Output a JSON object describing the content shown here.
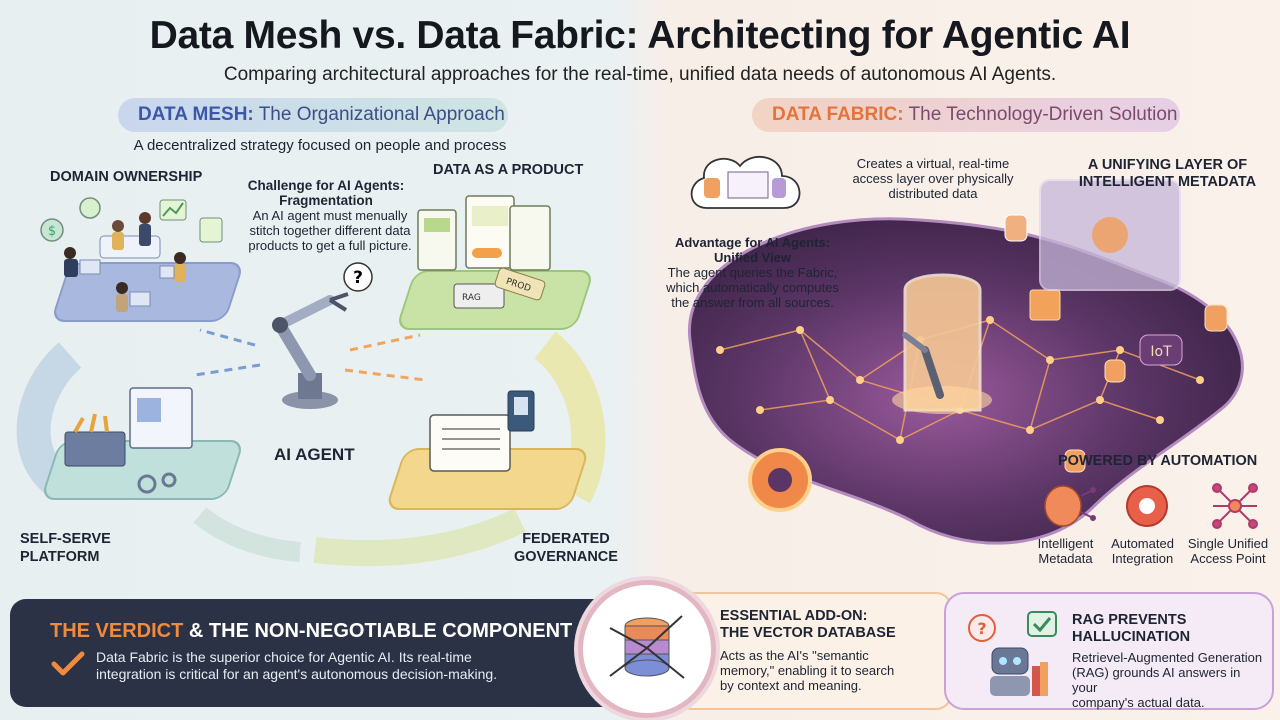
{
  "title": "Data Mesh vs. Data Fabric: Architecting for Agentic AI",
  "subtitle": "Comparing architectural approaches for the real-time, unified data needs of autonomous AI Agents.",
  "mesh": {
    "pill_bold": "DATA MESH:",
    "pill_rest": "The Organizational Approach",
    "description": "A decentralized strategy focused on people and process",
    "domain_ownership": "DOMAIN OWNERSHIP",
    "data_product": "DATA AS A PRODUCT",
    "challenge_title1": "Challenge for AI Agents:",
    "challenge_title2": "Fragmentation",
    "challenge_l1": "An AI agent must menually",
    "challenge_l2": "stitch together different data",
    "challenge_l3": "products to get a full picture.",
    "ai_agent": "AI AGENT",
    "self_serve1": "SELF-SERVE",
    "self_serve2": "PLATFORM",
    "federated1": "FEDERATED",
    "federated2": "GOVERNANCE",
    "question_mark": "?",
    "tag_rag": "RAG",
    "tag_prod": "PROD"
  },
  "fabric": {
    "pill_bold": "DATA FABRIC:",
    "pill_rest": "The Technology-Driven Solution",
    "creates_l1": "Creates a virtual, real-time",
    "creates_l2": "access layer over physically",
    "creates_l3": "distributed data",
    "unifying1": "A UNIFYING LAYER OF",
    "unifying2": "INTELLIGENT METADATA",
    "advantage_title1": "Advantage for AI Agents:",
    "advantage_title2": "Unified View",
    "advantage_l1": "The agent queries the Fabric,",
    "advantage_l2": "which automatically computes",
    "advantage_l3": "the answer from all sources.",
    "iot": "IoT",
    "powered": "POWERED BY AUTOMATION",
    "auto_items": [
      {
        "l1": "Intelligent",
        "l2": "Metadata"
      },
      {
        "l1": "Automated",
        "l2": "Integration"
      },
      {
        "l1": "Single Unified",
        "l2": "Access Point"
      }
    ]
  },
  "verdict": {
    "title_orange": "THE VERDICT",
    "title_rest": "& THE NON-NEGOTIABLE COMPONENT",
    "text_l1": "Data Fabric is the superior choice for Agentic AI. Its real-time",
    "text_l2": "integration is critical for an agent's autonomous decision-making."
  },
  "addon": {
    "title1": "ESSENTIAL ADD-ON:",
    "title2": "THE VECTOR DATABASE",
    "l1": "Acts as the AI's \"semantic",
    "l2": "memory,\" enabling it to search",
    "l3": "by context and meaning."
  },
  "rag": {
    "title1": "RAG PREVENTS",
    "title2": "HALLUCINATION",
    "l1": "Retrievel-Augmented Generation",
    "l2": "(RAG) grounds AI answers in your",
    "l3": "company's actual data.",
    "question_mark": "?"
  },
  "colors": {
    "mesh_accent": "#3d57a8",
    "fabric_accent": "#e4743a",
    "verdict_bg": "#2b3245",
    "fabric_purple": "#4b2a55"
  }
}
